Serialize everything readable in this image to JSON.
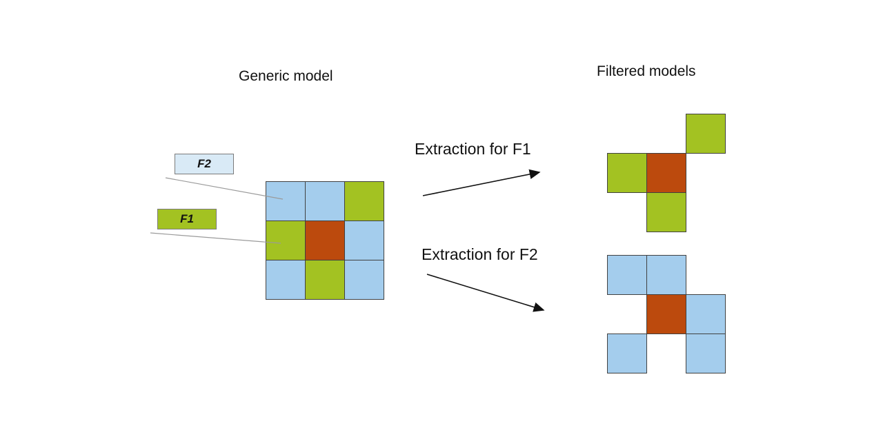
{
  "titles": {
    "generic": "Generic model",
    "filtered": "Filtered models"
  },
  "labels": {
    "f1": "F1",
    "f2": "F2"
  },
  "arrows": {
    "extraction_f1": "Extraction for F1",
    "extraction_f2": "Extraction for F2"
  },
  "colors": {
    "blue": "#A4CDED",
    "green": "#A3C222",
    "red": "#BC4A0D",
    "label_f2_bg": "#D9EAF6"
  },
  "generic_grid": {
    "rows": 3,
    "cols": 3,
    "cells": [
      "blue",
      "blue",
      "green",
      "green",
      "red",
      "blue",
      "blue",
      "green",
      "blue"
    ]
  },
  "filtered_f1": {
    "cells": [
      {
        "row": 0,
        "col": 2,
        "color": "green"
      },
      {
        "row": 1,
        "col": 0,
        "color": "green"
      },
      {
        "row": 1,
        "col": 1,
        "color": "red"
      },
      {
        "row": 2,
        "col": 1,
        "color": "green"
      }
    ]
  },
  "filtered_f2": {
    "cells": [
      {
        "row": 0,
        "col": 0,
        "color": "blue"
      },
      {
        "row": 0,
        "col": 1,
        "color": "blue"
      },
      {
        "row": 1,
        "col": 1,
        "color": "red"
      },
      {
        "row": 1,
        "col": 2,
        "color": "blue"
      },
      {
        "row": 2,
        "col": 0,
        "color": "blue"
      },
      {
        "row": 2,
        "col": 2,
        "color": "blue"
      }
    ]
  }
}
